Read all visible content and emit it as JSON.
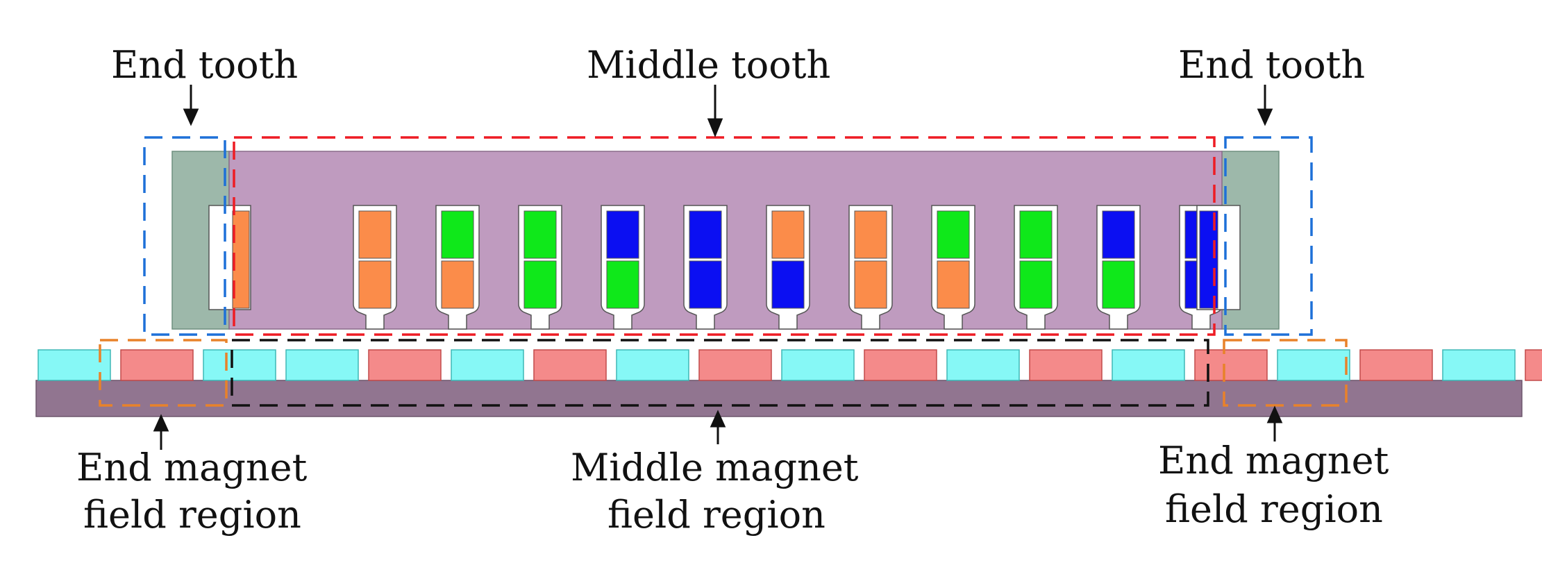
{
  "labels": {
    "end_tooth_left": "End tooth",
    "middle_tooth": "Middle tooth",
    "end_tooth_right": "End tooth",
    "end_magnet_left_line1": "End magnet",
    "end_magnet_left_line2": "field region",
    "middle_magnet_line1": "Middle magnet",
    "middle_magnet_line2": "field region",
    "end_magnet_right_line1": "End magnet",
    "end_magnet_right_line2": "field region"
  },
  "colors": {
    "end_tooth": "#9db8aa",
    "core": "#bf9bbf",
    "back_iron": "#917590",
    "magnet_red": "#f48a8a",
    "magnet_cyan": "#86f8f6",
    "phase_orange": "#fb8c4a",
    "phase_green": "#0fe81a",
    "phase_blue": "#0b0ff2",
    "box_red": "#ee1c24",
    "box_blue": "#1e70d8",
    "box_orange": "#e8822a",
    "box_black": "#111111"
  },
  "slots": [
    {
      "top": "orange",
      "bottom": "orange",
      "type": "end-left"
    },
    {
      "top": "orange",
      "bottom": "orange"
    },
    {
      "top": "green",
      "bottom": "orange"
    },
    {
      "top": "green",
      "bottom": "green"
    },
    {
      "top": "blue",
      "bottom": "green"
    },
    {
      "top": "blue",
      "bottom": "blue"
    },
    {
      "top": "orange",
      "bottom": "blue"
    },
    {
      "top": "orange",
      "bottom": "orange"
    },
    {
      "top": "green",
      "bottom": "orange"
    },
    {
      "top": "green",
      "bottom": "green"
    },
    {
      "top": "blue",
      "bottom": "green"
    },
    {
      "top": "blue",
      "bottom": "blue"
    },
    {
      "top": "blue",
      "bottom": "blue",
      "type": "end-right"
    }
  ],
  "magnets": [
    "cyan",
    "red",
    "cyan",
    "cyan",
    "red",
    "cyan",
    "red",
    "cyan",
    "red",
    "cyan",
    "red",
    "cyan",
    "red",
    "cyan",
    "red",
    "cyan",
    "red",
    "cyan",
    "red"
  ]
}
